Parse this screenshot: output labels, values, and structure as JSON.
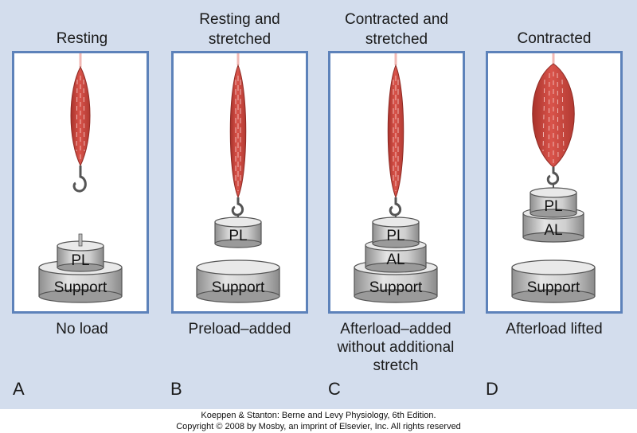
{
  "panels": [
    {
      "letter": "A",
      "title_lines": [
        "Resting"
      ],
      "caption_lines": [
        "No load"
      ]
    },
    {
      "letter": "B",
      "title_lines": [
        "Resting and",
        "stretched"
      ],
      "caption_lines": [
        "Preload–added"
      ]
    },
    {
      "letter": "C",
      "title_lines": [
        "Contracted and",
        "stretched"
      ],
      "caption_lines": [
        "Afterload–added",
        "without additional",
        "stretch"
      ]
    },
    {
      "letter": "D",
      "title_lines": [
        "Contracted"
      ],
      "caption_lines": [
        "Afterload lifted"
      ]
    }
  ],
  "labels": {
    "support": "Support",
    "preload": "PL",
    "afterload": "AL"
  },
  "copyright_lines": [
    "Koeppen & Stanton: Berne and Levy Physiology, 6th Edition.",
    "Copyright © 2008 by Mosby, an imprint of Elsevier, Inc. All rights reserved"
  ],
  "colors": {
    "background": "#d3dded",
    "frame_border": "#5d82ba",
    "muscle": "#d9534a",
    "muscle_dark": "#a8322b",
    "tendon": "#f2b8b4",
    "weight_body": "#cfcfcf",
    "weight_top": "#e6e6e6"
  }
}
